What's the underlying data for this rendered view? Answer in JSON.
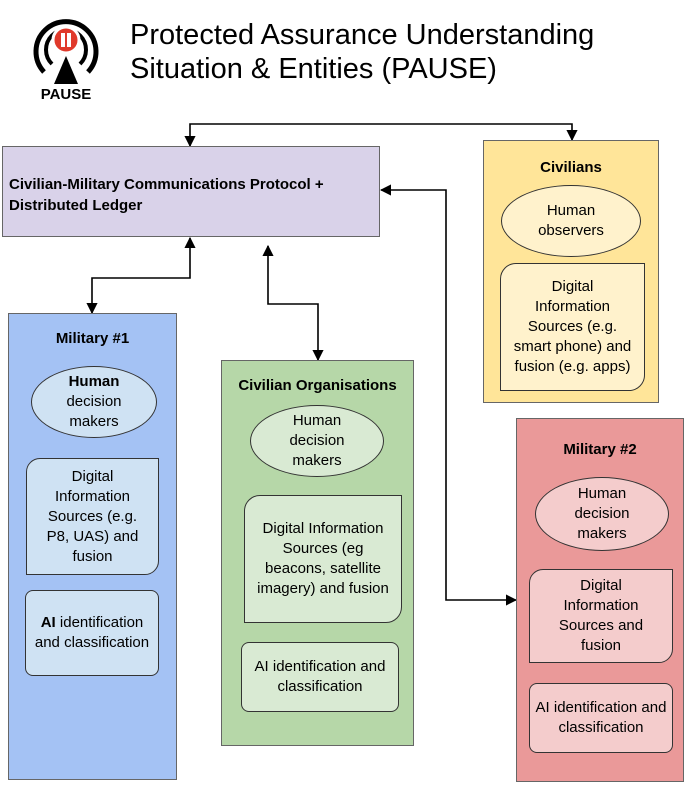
{
  "logo": {
    "label": "PAUSE"
  },
  "title": {
    "line1": "Protected Assurance Understanding",
    "line2": "Situation & Entities (PAUSE)"
  },
  "protocol": {
    "label": "Civilian-Military Communications Protocol + Distributed Ledger"
  },
  "civilians": {
    "title": "Civilians",
    "human": "Human observers",
    "digital": "Digital Information Sources (e.g. smart phone) and fusion (e.g. apps)"
  },
  "military1": {
    "title": "Military #1",
    "human_bold": "Human",
    "human_rest": "decision makers",
    "digital": "Digital Information Sources (e.g. P8, UAS) and fusion",
    "ai_bold": "AI",
    "ai_rest": "identification and classification"
  },
  "civorg": {
    "title": "Civilian Organisations",
    "human": "Human decision makers",
    "digital": "Digital Information Sources (eg beacons, satellite imagery) and fusion",
    "ai": "AI identification and classification"
  },
  "military2": {
    "title": "Military #2",
    "human": "Human decision makers",
    "digital": "Digital Information Sources and fusion",
    "ai": "AI identification and classification"
  },
  "colors": {
    "protocol_fill": "#d9d2e9",
    "civilians_fill": "#ffe599",
    "civilians_inner": "#fff2cc",
    "military1_fill": "#a4c2f4",
    "military1_inner": "#cfe2f3",
    "civorg_fill": "#b6d7a8",
    "civorg_inner": "#d9ead3",
    "military2_fill": "#ea9999",
    "military2_inner": "#f4cccc"
  }
}
